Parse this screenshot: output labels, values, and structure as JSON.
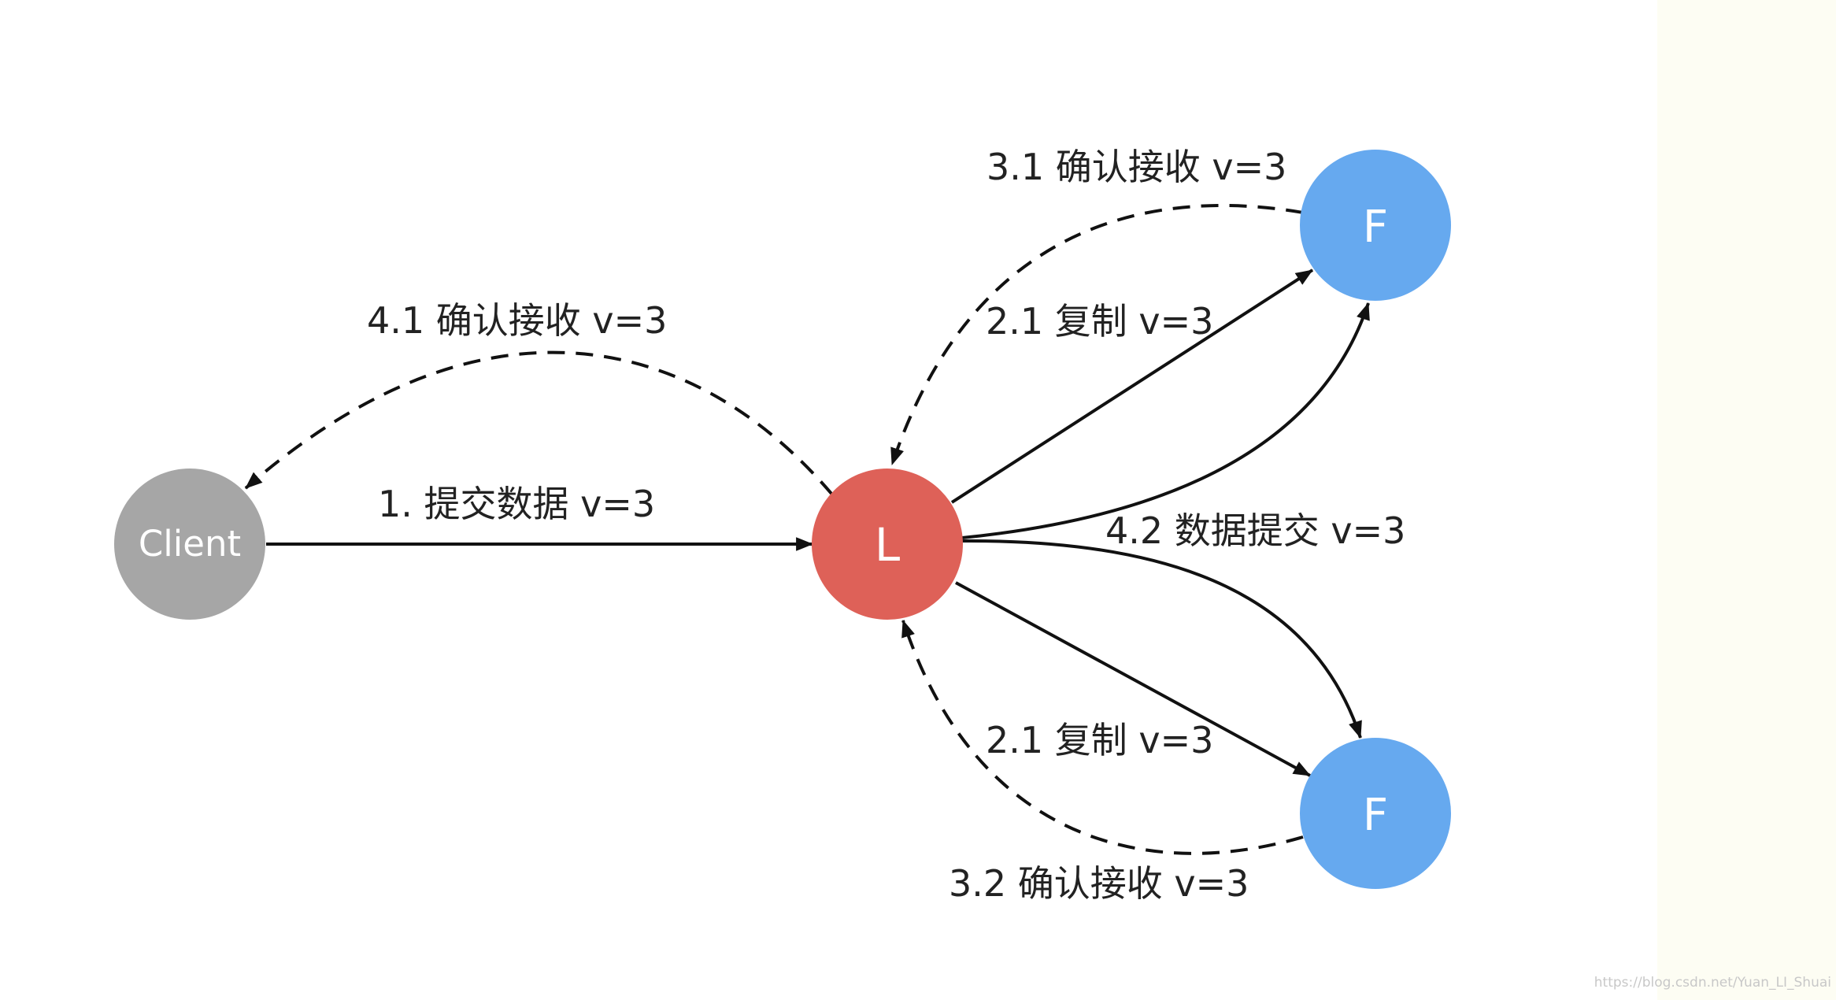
{
  "colors": {
    "client": "#a6a6a6",
    "leader": "#de6158",
    "follower": "#66a9ef",
    "line": "#111111",
    "strip": "#fdfdf3"
  },
  "nodes": {
    "client": "Client",
    "leader": "L",
    "follower_top": "F",
    "follower_bottom": "F"
  },
  "edges": {
    "submit": "1. 提交数据 v=3",
    "replicate_top": "2.1 复制 v=3",
    "replicate_bottom": "2.1 复制 v=3",
    "ack_top": "3.1 确认接收 v=3",
    "ack_bottom": "3.2 确认接收 v=3",
    "ack_client": "4.1 确认接收 v=3",
    "commit": "4.2 数据提交 v=3"
  },
  "watermark": "https://blog.csdn.net/Yuan_LI_Shuai"
}
